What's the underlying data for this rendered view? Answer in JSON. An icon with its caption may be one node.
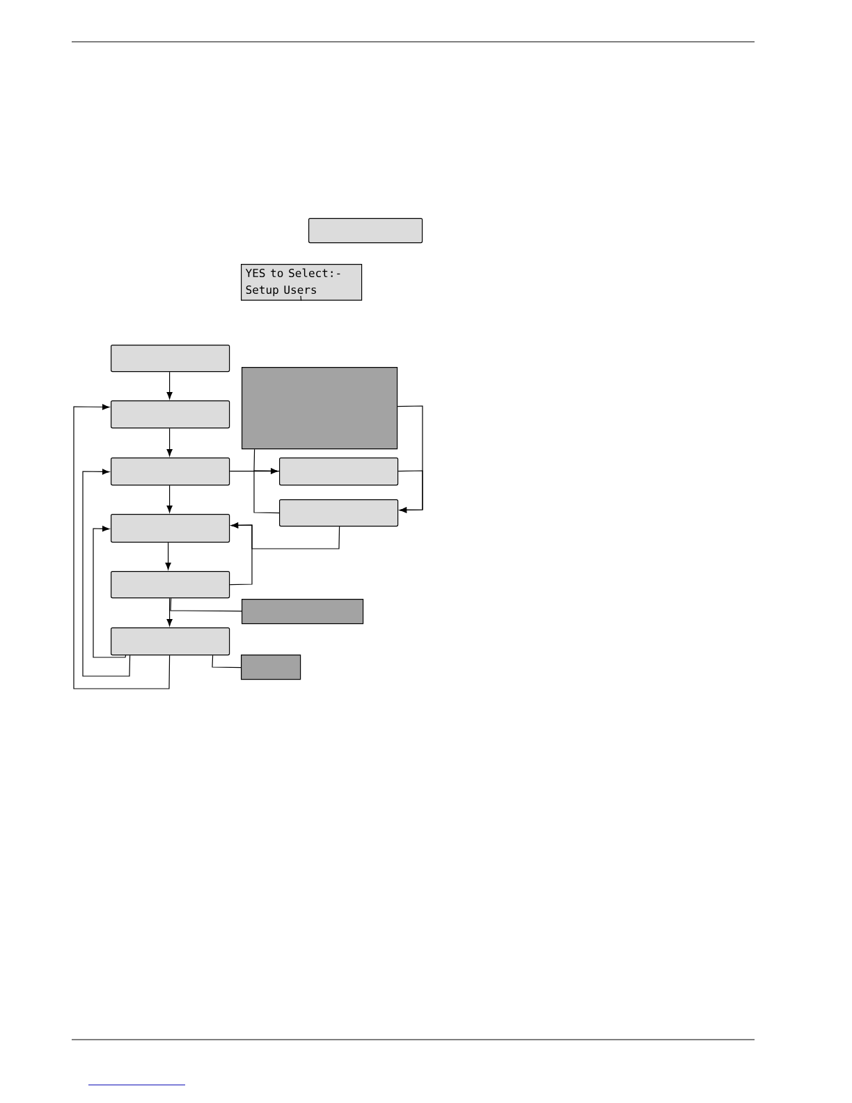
{
  "diagram": {
    "nodes": [
      {
        "text": [],
        "shape": "box"
      },
      {
        "text": [
          "YES to Select:-",
          "Setup Users"
        ]
      },
      {
        "text": [],
        "shape": "box"
      },
      {
        "text": [],
        "shape": "box"
      },
      {
        "text": [],
        "shape": "box"
      },
      {
        "text": [],
        "shape": "box"
      },
      {
        "text": [],
        "shape": "box"
      },
      {
        "text": [],
        "shape": "box"
      },
      {
        "text": [],
        "shape": "box"
      },
      {
        "text": [],
        "shape": "box"
      },
      {
        "text": [],
        "shape": "box"
      },
      {
        "text": [],
        "shape": "box"
      },
      {
        "text": [],
        "shape": "box"
      }
    ],
    "edges": [
      {
        "from": 1,
        "to": null,
        "arrow": "none"
      },
      {
        "from": 2,
        "to": 3,
        "arrow": "to"
      },
      {
        "from": 3,
        "to": 4,
        "arrow": "to"
      },
      {
        "from": 4,
        "to": 5,
        "arrow": "to"
      },
      {
        "from": 5,
        "to": 6,
        "arrow": "to"
      },
      {
        "from": 6,
        "to": 7,
        "arrow": "to"
      },
      {
        "from": 4,
        "to": 9,
        "arrow": "to"
      },
      {
        "from": 8,
        "to": 9,
        "arrow": "none"
      },
      {
        "from": 10,
        "to": 9,
        "arrow": "to"
      },
      {
        "from": 8,
        "to": 10,
        "arrow": "to"
      },
      {
        "from": 9,
        "to": 10,
        "arrow": "to"
      },
      {
        "from": 10,
        "to": 5,
        "arrow": "to"
      },
      {
        "from": 6,
        "to": 5,
        "arrow": "to"
      },
      {
        "from": 11,
        "to": 6,
        "arrow": "none"
      },
      {
        "from": 7,
        "to": 5,
        "arrow": "to"
      },
      {
        "from": 7,
        "to": 4,
        "arrow": "to"
      },
      {
        "from": 7,
        "to": 3,
        "arrow": "to"
      },
      {
        "from": 7,
        "to": 12,
        "arrow": "none"
      }
    ]
  }
}
